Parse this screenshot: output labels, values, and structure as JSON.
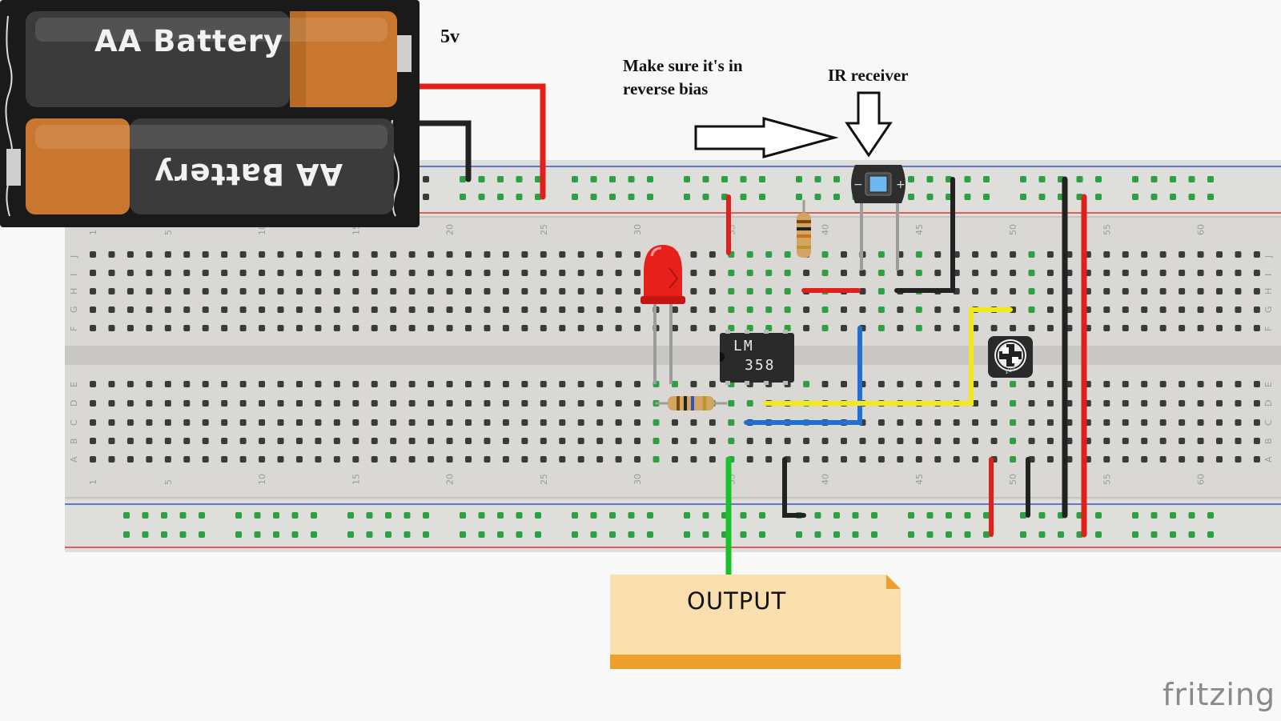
{
  "battery": {
    "top_label": "AA Battery",
    "bottom_label": "AA Battery"
  },
  "annotations": {
    "voltage": "5v",
    "bias_note_line1": "Make sure it's in",
    "bias_note_line2": "reverse bias",
    "ir_receiver": "IR receiver"
  },
  "components": {
    "ic_line1": "LM",
    "ic_line2": "358",
    "pot_code": "104"
  },
  "output_label": "OUTPUT",
  "watermark": "fritzing",
  "breadboard": {
    "column_numbers": [
      "1",
      "5",
      "10",
      "15",
      "20",
      "25",
      "30",
      "35",
      "40",
      "45",
      "50",
      "55",
      "60"
    ],
    "rows_top": [
      "J",
      "I",
      "H",
      "G",
      "F"
    ],
    "rows_bottom": [
      "E",
      "D",
      "C",
      "B",
      "A"
    ]
  },
  "colors": {
    "wire_red": "#e0211b",
    "wire_black": "#222222",
    "wire_green": "#19c12a",
    "wire_blue": "#1f6fd6",
    "wire_yellow": "#f2e81a",
    "active_hole": "#2ea043",
    "breadboard": "#d7d7d5"
  }
}
